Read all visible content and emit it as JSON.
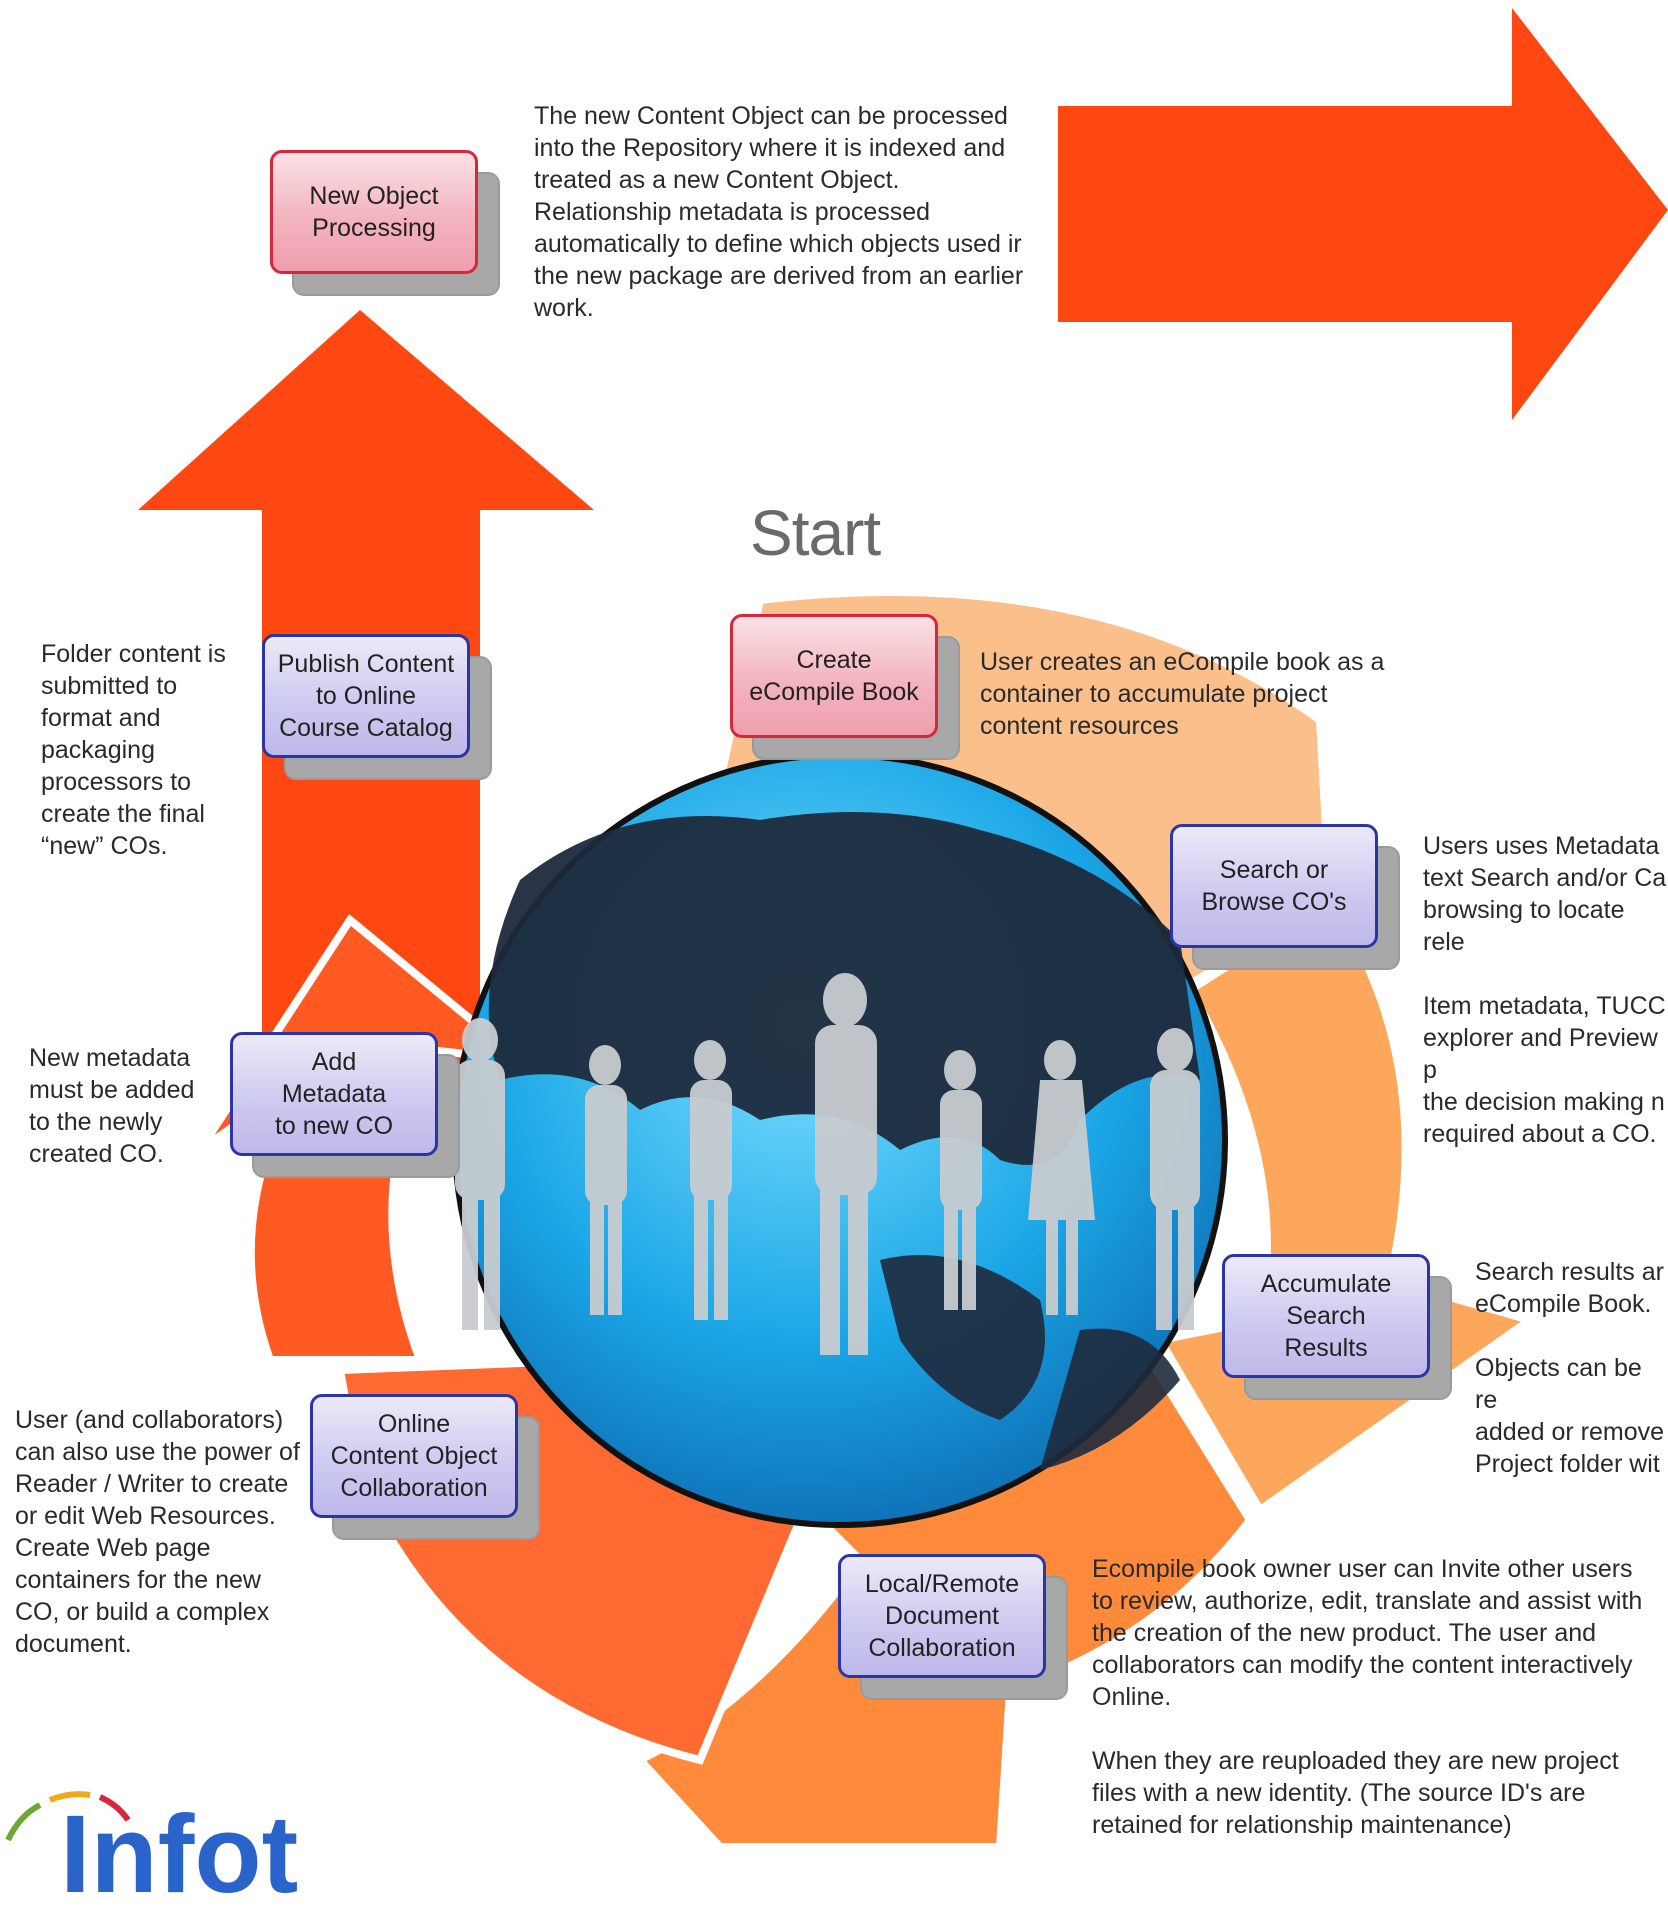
{
  "start_label": "Start",
  "boxes": {
    "new_object_processing": "New Object\nProcessing",
    "create_ecompile_book": "Create\neCompile Book",
    "publish_content": "Publish Content\nto Online\nCourse Catalog",
    "search_browse": "Search  or\nBrowse CO's",
    "add_metadata": "Add\nMetadata\nto new CO",
    "accumulate_results": "Accumulate\nSearch\nResults",
    "online_collaboration": "Online\nContent Object\nCollaboration",
    "local_remote_collaboration": "Local/Remote\nDocument\nCollaboration"
  },
  "descriptions": {
    "new_object_processing": "The new Content Object can be processed\ninto the Repository where it is indexed and\ntreated as a new Content Object.\nRelationship metadata is processed\nautomatically to define which objects used ir\nthe new package are derived from an earlier\nwork.",
    "create_ecompile_book": "User creates an eCompile book as a\ncontainer to accumulate project\ncontent resources",
    "publish_content": "Folder content is\nsubmitted to\nformat and\npackaging\nprocessors to\ncreate the final\n“new” COs.",
    "search_browse": "Users uses Metadata\ntext Search and/or Ca\nbrowsing to locate rele\n\nItem metadata, TUCC\nexplorer and Preview p\nthe decision making n\nrequired about a CO.",
    "add_metadata": "New metadata\nmust be added\nto the newly\ncreated CO.",
    "accumulate_results": "Search results ar\neCompile Book.\n\nObjects can be re\nadded or remove\nProject folder wit",
    "online_collaboration": "User (and collaborators)\ncan also use the power of\nReader / Writer to create\nor edit Web Resources.\nCreate Web page\ncontainers for the new\nCO, or build a complex\ndocument.",
    "local_remote_collaboration": "Ecompile book owner user can Invite other users\nto review, authorize, edit, translate and assist with\nthe creation of the new product. The user and\ncollaborators can modify the content interactively\nOnline.\n\nWhen they are reuploaded they are new project\nfiles with a new identity. (The source ID's are\nretained for relationship maintenance)"
  },
  "logo_text": "Infot",
  "colors": {
    "arrow_red": "#ff4712",
    "cycle_light": "#fbbf8c",
    "cycle_mid": "#fca75c",
    "cycle_dark": "#ff6a33",
    "globe_ocean": "#1aa6e6",
    "globe_land": "#1e2a3c",
    "box_red_border": "#d9263a",
    "box_blue_border": "#2a35a8"
  }
}
